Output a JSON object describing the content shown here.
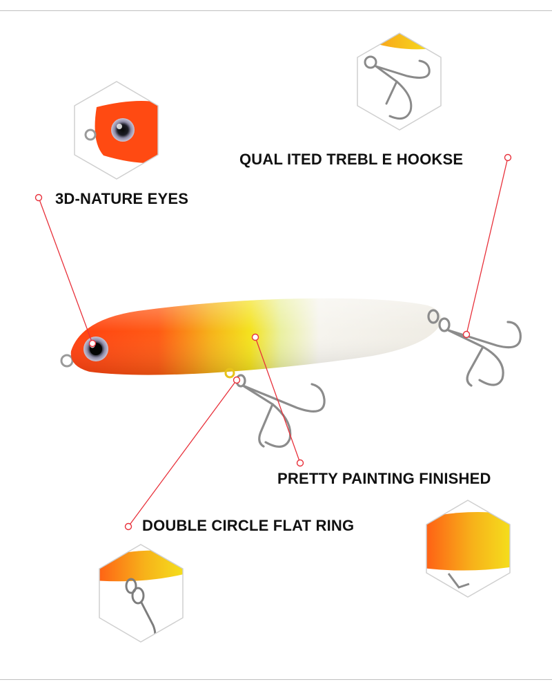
{
  "features": {
    "treble_hooks": "QUAL ITED TREBL E HOOKSE",
    "eyes": "3D-NATURE EYES",
    "painting": "PRETTY PAINTING FINISHED",
    "split_ring": "DOUBLE CIRCLE FLAT RING"
  },
  "colors": {
    "callout_line": "#e8303a",
    "head_orange": "#ff4a12",
    "body_yellow": "#f2e31c",
    "body_pearl": "#f4f2ec"
  }
}
